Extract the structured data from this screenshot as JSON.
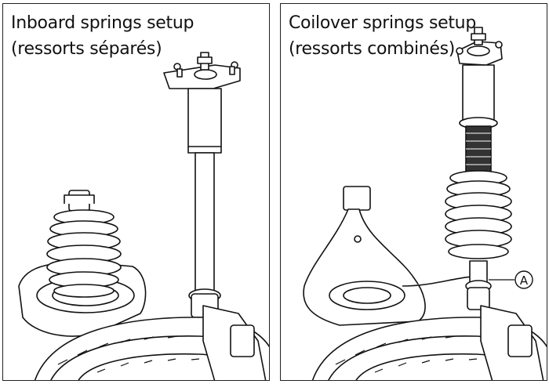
{
  "panels": [
    {
      "title_line1": "Inboard springs setup",
      "title_line2": "(ressorts séparés)"
    },
    {
      "title_line1": "Coilover springs setup",
      "title_line2": "(ressorts combinés)"
    }
  ],
  "callout": {
    "label": "A"
  }
}
